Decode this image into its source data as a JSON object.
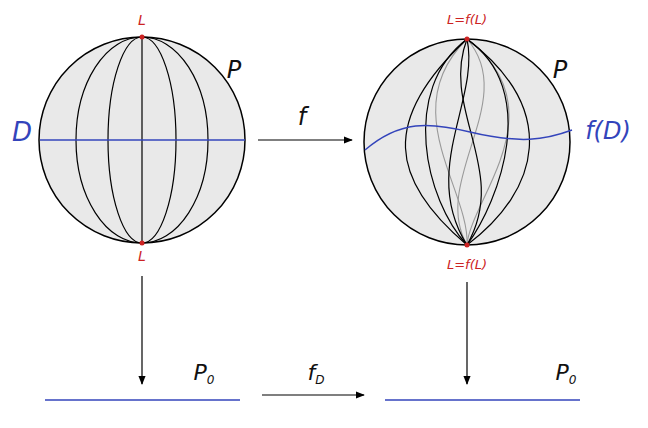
{
  "diagram": {
    "labels": [
      "L",
      "L",
      "P",
      "D",
      "f",
      "L=f(L)",
      "P",
      "f(D)",
      "L=f(L)",
      "P0",
      "fD",
      "P0"
    ]
  }
}
